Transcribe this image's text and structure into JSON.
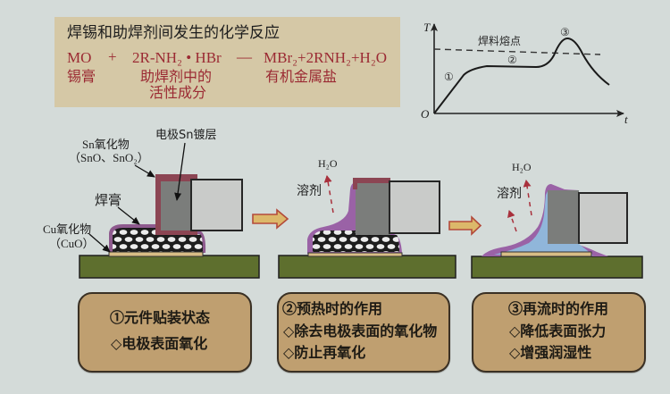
{
  "reaction_box": {
    "title": "焊锡和助焊剂间发生的化学反应",
    "equation": {
      "reactant1": "MO",
      "plus": "+",
      "reactant2": "2R-NH₂ • HBr",
      "arrow": "—",
      "products": "MBr₂+2RNH₂+H₂O"
    },
    "annotations": {
      "reactant1": "锡膏",
      "reactant2_line1": "助焊剂中的",
      "reactant2_line2": "活性成分",
      "products": "有机金属盐"
    }
  },
  "temperature_chart": {
    "y_axis_label": "T",
    "x_axis_label": "t",
    "origin_label": "O",
    "reference_line_label": "焊料熔点",
    "stage_markers": [
      "①",
      "②",
      "③"
    ]
  },
  "diagrams": [
    {
      "stage": "元件贴装状态",
      "labels": {
        "sn_oxide": "Sn氧化物",
        "sn_oxide_formula": "（SnO、SnO₂）",
        "electrode_plating": "电极Sn镀层",
        "solder_paste": "焊膏",
        "cu_oxide": "Cu氧化物",
        "cu_oxide_formula": "（CuO）"
      }
    },
    {
      "stage": "预热",
      "labels": {
        "water": "H₂O",
        "solvent": "溶剂"
      }
    },
    {
      "stage": "再流",
      "labels": {
        "water": "H₂O",
        "solvent": "溶剂"
      }
    }
  ],
  "captions": [
    {
      "lines": [
        "①元件贴装状态",
        "◇电极表面氧化"
      ]
    },
    {
      "lines": [
        "②预热时的作用",
        "◇除去电极表面的氧化物",
        "◇防止再氧化"
      ]
    },
    {
      "lines": [
        "③再流时的作用",
        "◇降低表面张力",
        "◇增强润湿性"
      ]
    }
  ],
  "colors": {
    "background": "#d4dbd9",
    "reaction_box": "#d5c8a6",
    "equation_text": "#9b2a33",
    "caption_box": "#bf9f70",
    "pcb_base": "#5e6f2e",
    "pad": "#d8bd86",
    "sn_oxide": "#8c4553",
    "flux": "#9a62a6",
    "molten_solder": "#90b6da",
    "electrode": "#7b7d7b",
    "component_body": "#c9cbc9",
    "process_arrow": "#dcb86a"
  }
}
